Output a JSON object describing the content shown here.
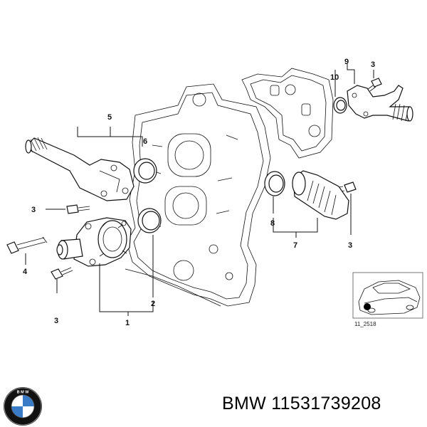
{
  "callouts": {
    "c1": "1",
    "c2": "2",
    "c3a": "3",
    "c3b": "3",
    "c3c": "3",
    "c3d": "3",
    "c4": "4",
    "c5": "5",
    "c6": "6",
    "c7": "7",
    "c8": "8",
    "c9": "9",
    "c10": "10"
  },
  "reference_code": "11_2518",
  "footer": {
    "part_text": "BMW 11531739208",
    "logo_icon": "bmw-roundel-icon",
    "logo_colors": {
      "blue": "#3a7bc8",
      "ring": "#111111"
    }
  }
}
